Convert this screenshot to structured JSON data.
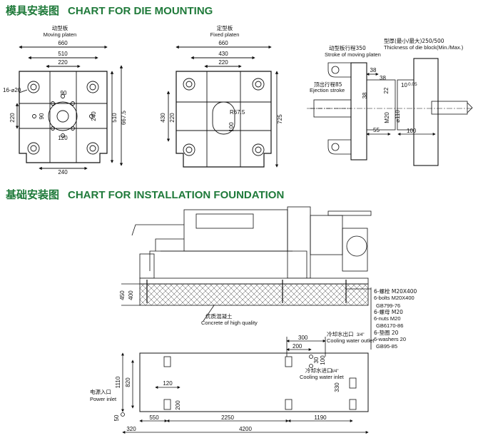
{
  "titles": {
    "die": {
      "cn": "模具安装图",
      "en": "CHART FOR DIE MOUNTING"
    },
    "found": {
      "cn": "基础安装图",
      "en": "CHART FOR INSTALLATION FOUNDATION"
    }
  },
  "moving_platen": {
    "label_cn": "动型板",
    "label_en": "Moving platen",
    "dims": {
      "width": "660",
      "mid": "510",
      "inner": "220",
      "hole": "90",
      "ring": "120",
      "bottom": "240",
      "bolt": "16-⌀20",
      "left_v": "220",
      "inner_v": "90",
      "inner_v2": "240",
      "right_v": "510",
      "height": "667.5"
    }
  },
  "fixed_platen": {
    "label_cn": "定型板",
    "label_en": "Fixed platen",
    "dims": {
      "width": "660",
      "mid": "430",
      "inner": "220",
      "left_v": "430",
      "inner_v": "220",
      "radius": "R67.5",
      "slot": "100",
      "height": "725"
    }
  },
  "side_view": {
    "thickness_cn": "型厚(最小/最大)250/500",
    "thickness_en": "Thickness of die block(Min./Max.)",
    "stroke_cn": "动型板行程350",
    "stroke_en": "Stroke of moving platen",
    "eject_cn": "顶出行程85",
    "eject_en": "Ejection stroke",
    "dims": {
      "d38a": "38",
      "d22": "22",
      "d38b": "38",
      "d10": "10",
      "d05": "0.05",
      "m20": "M20",
      "d110": "⌀110",
      "d55": "55",
      "d100": "100"
    }
  },
  "foundation": {
    "concrete_cn": "优质混凝土",
    "concrete_en": "Concrete of high quality",
    "h450": "450",
    "h400": "400",
    "parts": [
      "6-螺栓 M20X400",
      "6-bolts M20X400",
      "GB799-76",
      "6-螺母 M20",
      "6-nuts M20",
      "GB6170-86",
      "6-垫圈 20",
      "6-washers 20",
      "GB95-85"
    ]
  },
  "plan": {
    "water_out_cn": "冷却水出口",
    "water_out_en": "Cooling water outlet",
    "pipe_out": "3/4\"",
    "water_in_cn": "冷却水进口",
    "water_in_en": "Cooling water inlet",
    "pipe_in": "3/4\"",
    "power_cn": "电源入口",
    "power_en": "Power inlet",
    "dims": {
      "d300": "300",
      "d200": "200",
      "d30": "30",
      "d100": "100",
      "d1110": "1110",
      "d820": "820",
      "d120": "120",
      "d200v": "200",
      "d330": "330",
      "d550": "550",
      "d2250": "2250",
      "d1190": "1190",
      "d320": "320",
      "d4200": "4200",
      "d50": "50"
    }
  }
}
